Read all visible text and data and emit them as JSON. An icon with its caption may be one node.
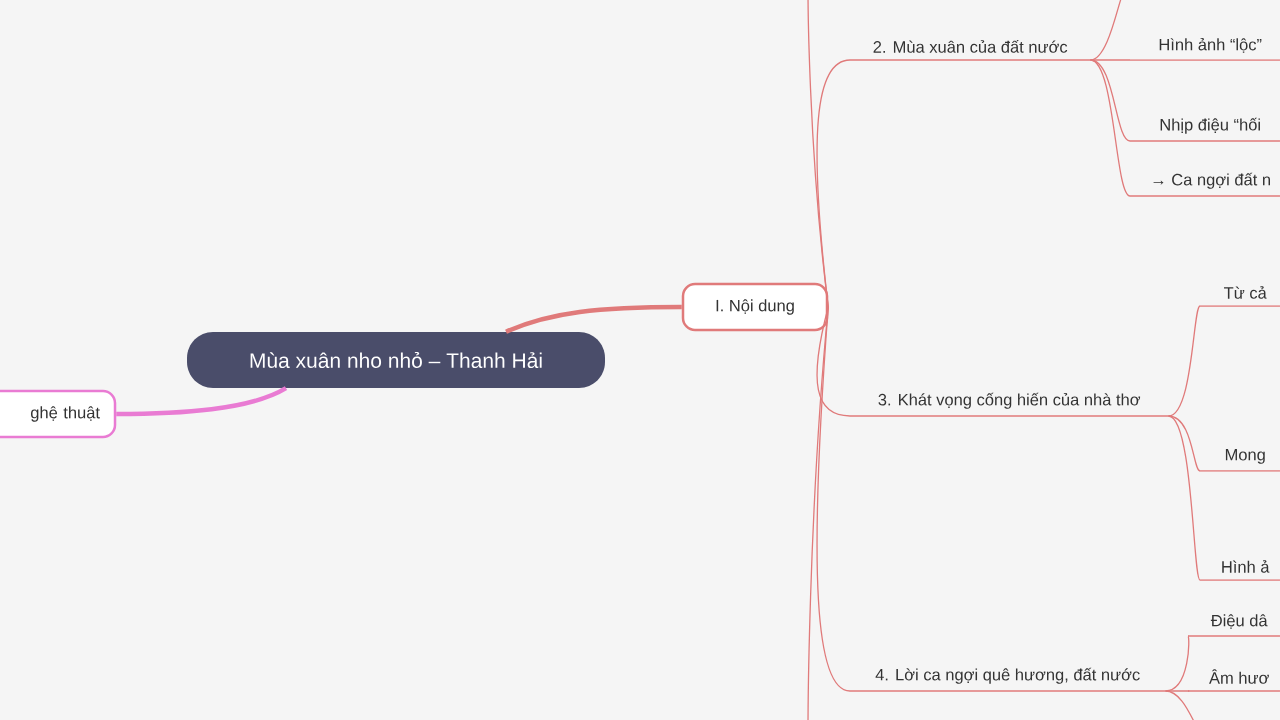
{
  "diagram": {
    "nodes": [
      {
        "text": [
          "Mùa xuân nho nhỏ – Thanh Hải"
        ]
      },
      {
        "text": [
          "I. Nội dung"
        ]
      },
      {
        "text": [
          "ghệ thuật"
        ]
      },
      {
        "text": [
          "2. Mùa xuân của đất nước"
        ]
      },
      {
        "text": [
          "Hình ảnh “lộc”"
        ]
      },
      {
        "text": [
          "Nhịp điệu “hối"
        ]
      },
      {
        "text": [
          "→ Ca ngợi đất n"
        ]
      },
      {
        "text": [
          "3. Khát vọng cống hiến của nhà thơ"
        ]
      },
      {
        "text": [
          "Từ cả"
        ]
      },
      {
        "text": [
          "Mong"
        ]
      },
      {
        "text": [
          "Hình ả"
        ]
      },
      {
        "text": [
          "4. Lời ca ngợi quê hương, đất nước"
        ]
      },
      {
        "text": [
          "Điệu dâ"
        ]
      },
      {
        "text": [
          "Âm hươ"
        ]
      }
    ],
    "edges": [
      {
        "from": 0,
        "to": 1,
        "arrow": "none",
        "style": "thick"
      },
      {
        "from": 0,
        "to": 2,
        "arrow": "none",
        "style": "thick",
        "color": "#e97bd3"
      },
      {
        "from": 1,
        "to": null,
        "arrow": "none"
      },
      {
        "from": 1,
        "to": 3,
        "arrow": "none"
      },
      {
        "from": 1,
        "to": 7,
        "arrow": "none"
      },
      {
        "from": 1,
        "to": 11,
        "arrow": "none"
      },
      {
        "from": 1,
        "to": null,
        "arrow": "none"
      },
      {
        "from": 3,
        "to": null,
        "arrow": "none"
      },
      {
        "from": 3,
        "to": 4,
        "arrow": "none"
      },
      {
        "from": 3,
        "to": 5,
        "arrow": "none"
      },
      {
        "from": 3,
        "to": 6,
        "arrow": "none"
      },
      {
        "from": 7,
        "to": 8,
        "arrow": "none"
      },
      {
        "from": 7,
        "to": 9,
        "arrow": "none"
      },
      {
        "from": 7,
        "to": 10,
        "arrow": "none"
      },
      {
        "from": 11,
        "to": 12,
        "arrow": "none"
      },
      {
        "from": 11,
        "to": 13,
        "arrow": "none"
      },
      {
        "from": 11,
        "to": null,
        "arrow": "none"
      }
    ]
  }
}
